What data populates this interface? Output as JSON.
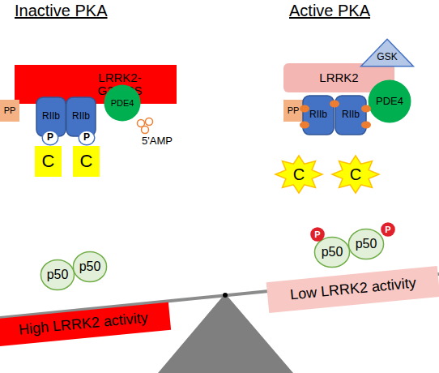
{
  "diagram": {
    "nodes": [
      {
        "text": [
          "LRRK2-G2019S"
        ]
      },
      {
        "text": [
          "PP"
        ]
      },
      {
        "text": [
          "RIIb"
        ]
      },
      {
        "text": [
          "RIIb"
        ]
      },
      {
        "text": [
          "P"
        ]
      },
      {
        "text": [
          "P"
        ]
      },
      {
        "text": [
          "C"
        ]
      },
      {
        "text": [
          "C"
        ]
      },
      {
        "text": [
          "PDE4"
        ]
      },
      {
        "text": [
          "p50"
        ]
      },
      {
        "text": [
          "p50"
        ]
      },
      {
        "text": [
          "LRRK2"
        ]
      },
      {
        "text": [
          "GSK"
        ]
      },
      {
        "text": [
          "PP"
        ]
      },
      {
        "text": [
          "RIIb"
        ]
      },
      {
        "text": [
          "RIIb"
        ]
      },
      {
        "text": [
          "PDE4"
        ]
      },
      {
        "text": [
          "C"
        ]
      },
      {
        "text": [
          "C"
        ]
      },
      {
        "text": [
          "p50"
        ]
      },
      {
        "text": [
          "p50"
        ]
      },
      {
        "text": [
          "P"
        ]
      },
      {
        "text": [
          "P"
        ]
      },
      {
        "text": [
          "High LRRK2 activity"
        ]
      },
      {
        "text": [
          "Low LRRK2 activity"
        ]
      }
    ],
    "labels": [
      "Inactive PKA",
      "Active PKA",
      "5'AMP"
    ]
  }
}
